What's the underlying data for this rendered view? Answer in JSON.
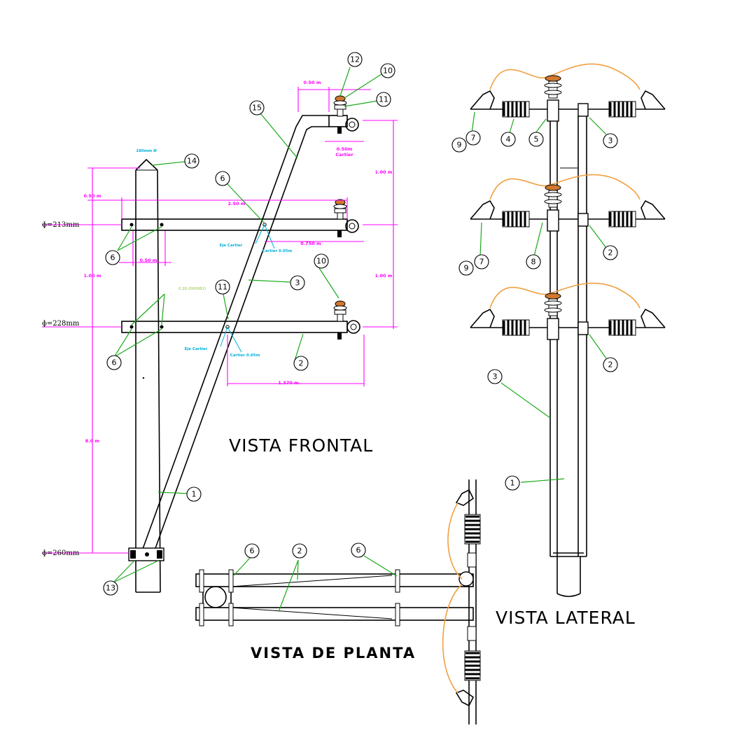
{
  "views": {
    "front": "VISTA  FRONTAL",
    "side": "VISTA  LATERAL",
    "plan": "VISTA  DE  PLANTA"
  },
  "pole_diameters": [
    "ɸ=213mm",
    "ɸ=228mm",
    "ɸ=260mm"
  ],
  "dimensions": {
    "top_crossarm_spacing": "0.50  m",
    "insulator_offset": "0.50m",
    "insulator_offset_sub": "Cartier",
    "upper_gap": "1.00  m",
    "left_top": "0.50  m",
    "crossarm_length": "2.50  m",
    "brace_offset": "0.750  m",
    "left_mid": "1.00  m",
    "right_mid": "1.00  m",
    "bolt_spacing": "0.50  m",
    "lower_length": "1.370  m",
    "pole_height": "8.0  m",
    "pole_top": "180mm Ø"
  },
  "notes": {
    "eje_cartier_1": "Eje Cartier",
    "cartier_1": "Cartier 0.05m",
    "eje_cartier_2": "Eje Cartier",
    "cartier_2": "Cartier 0.05m",
    "green_note": "0.20 (000062)"
  },
  "item_numbers": {
    "front": [
      "12",
      "10",
      "11",
      "15",
      "14",
      "6",
      "6",
      "10",
      "3",
      "11",
      "6",
      "2",
      "1",
      "13"
    ],
    "side": [
      "9",
      "7",
      "4",
      "5",
      "3",
      "9",
      "7",
      "8",
      "2",
      "2",
      "3",
      "1"
    ],
    "plan": [
      "6",
      "2",
      "6"
    ]
  }
}
